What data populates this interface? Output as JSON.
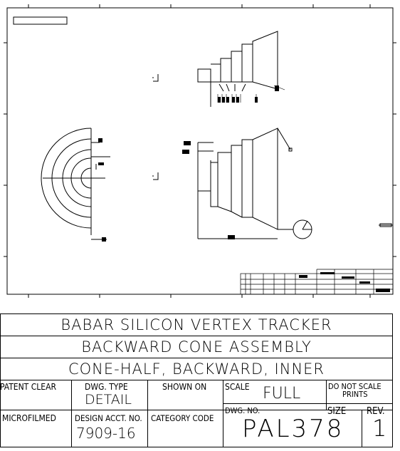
{
  "title_block": {
    "line1": "BABAR SILICON VERTEX TRACKER",
    "line2": "BACKWARD CONE ASSEMBLY",
    "line3": "CONE-HALF, BACKWARD, INNER",
    "patent_clear_label": "PATENT CLEAR",
    "dwg_type_label": "DWG. TYPE",
    "dwg_type_value": "DETAIL",
    "shown_on_label": "SHOWN ON",
    "scale_label": "SCALE",
    "scale_value": "FULL",
    "do_not_scale_line1": "DO NOT SCALE",
    "do_not_scale_line2": "PRINTS",
    "microfilmed_label": "MICROFILMED",
    "design_acct_label": "DESIGN ACCT. NO.",
    "design_acct_value": "7909-16",
    "category_code_label": "CATEGORY CODE",
    "dwg_no_label": "DWG. NO.",
    "dwg_no_value": "PAL378",
    "size_label": "SIZE",
    "rev_label": "REV.",
    "rev_value": "1"
  }
}
